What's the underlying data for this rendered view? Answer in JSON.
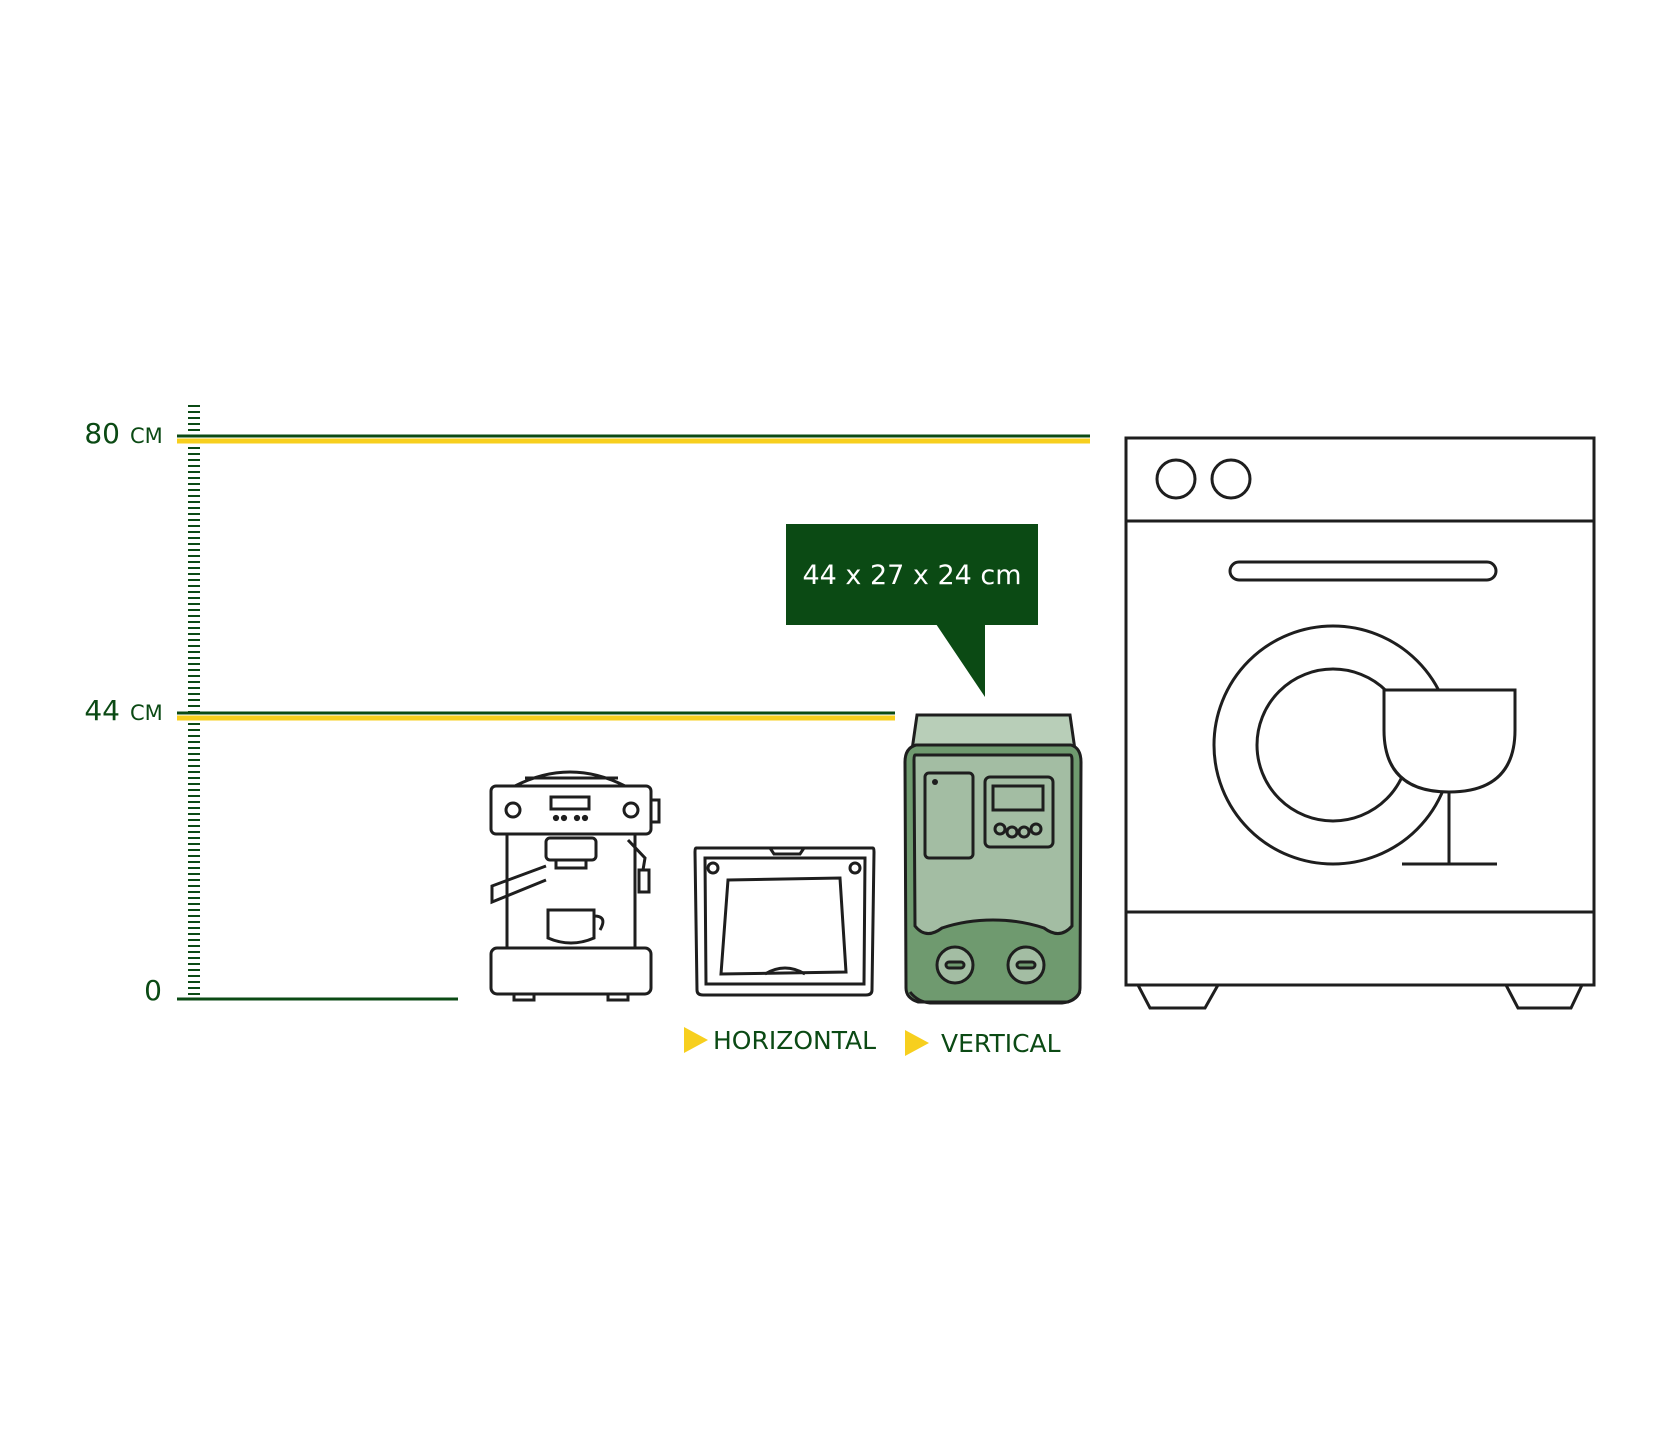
{
  "scale": {
    "unit": "CM",
    "ticks": [
      {
        "value": "80"
      },
      {
        "value": "44"
      },
      {
        "value": "0"
      }
    ]
  },
  "callout": {
    "text": "44 x 27 x 24 cm"
  },
  "orientations": {
    "horizontal": "HORIZONTAL",
    "vertical": "VERTICAL"
  },
  "colors": {
    "dark_green": "#0b4a14",
    "yellow": "#f7cf1e",
    "device_green": "#6f9a6f",
    "device_light": "#a3bda3",
    "device_top": "#b8ceb8",
    "outline": "#1e1e1e"
  },
  "icons": [
    "espresso-machine-icon",
    "pump-horizontal-icon",
    "pump-vertical-icon",
    "dishwasher-icon"
  ]
}
